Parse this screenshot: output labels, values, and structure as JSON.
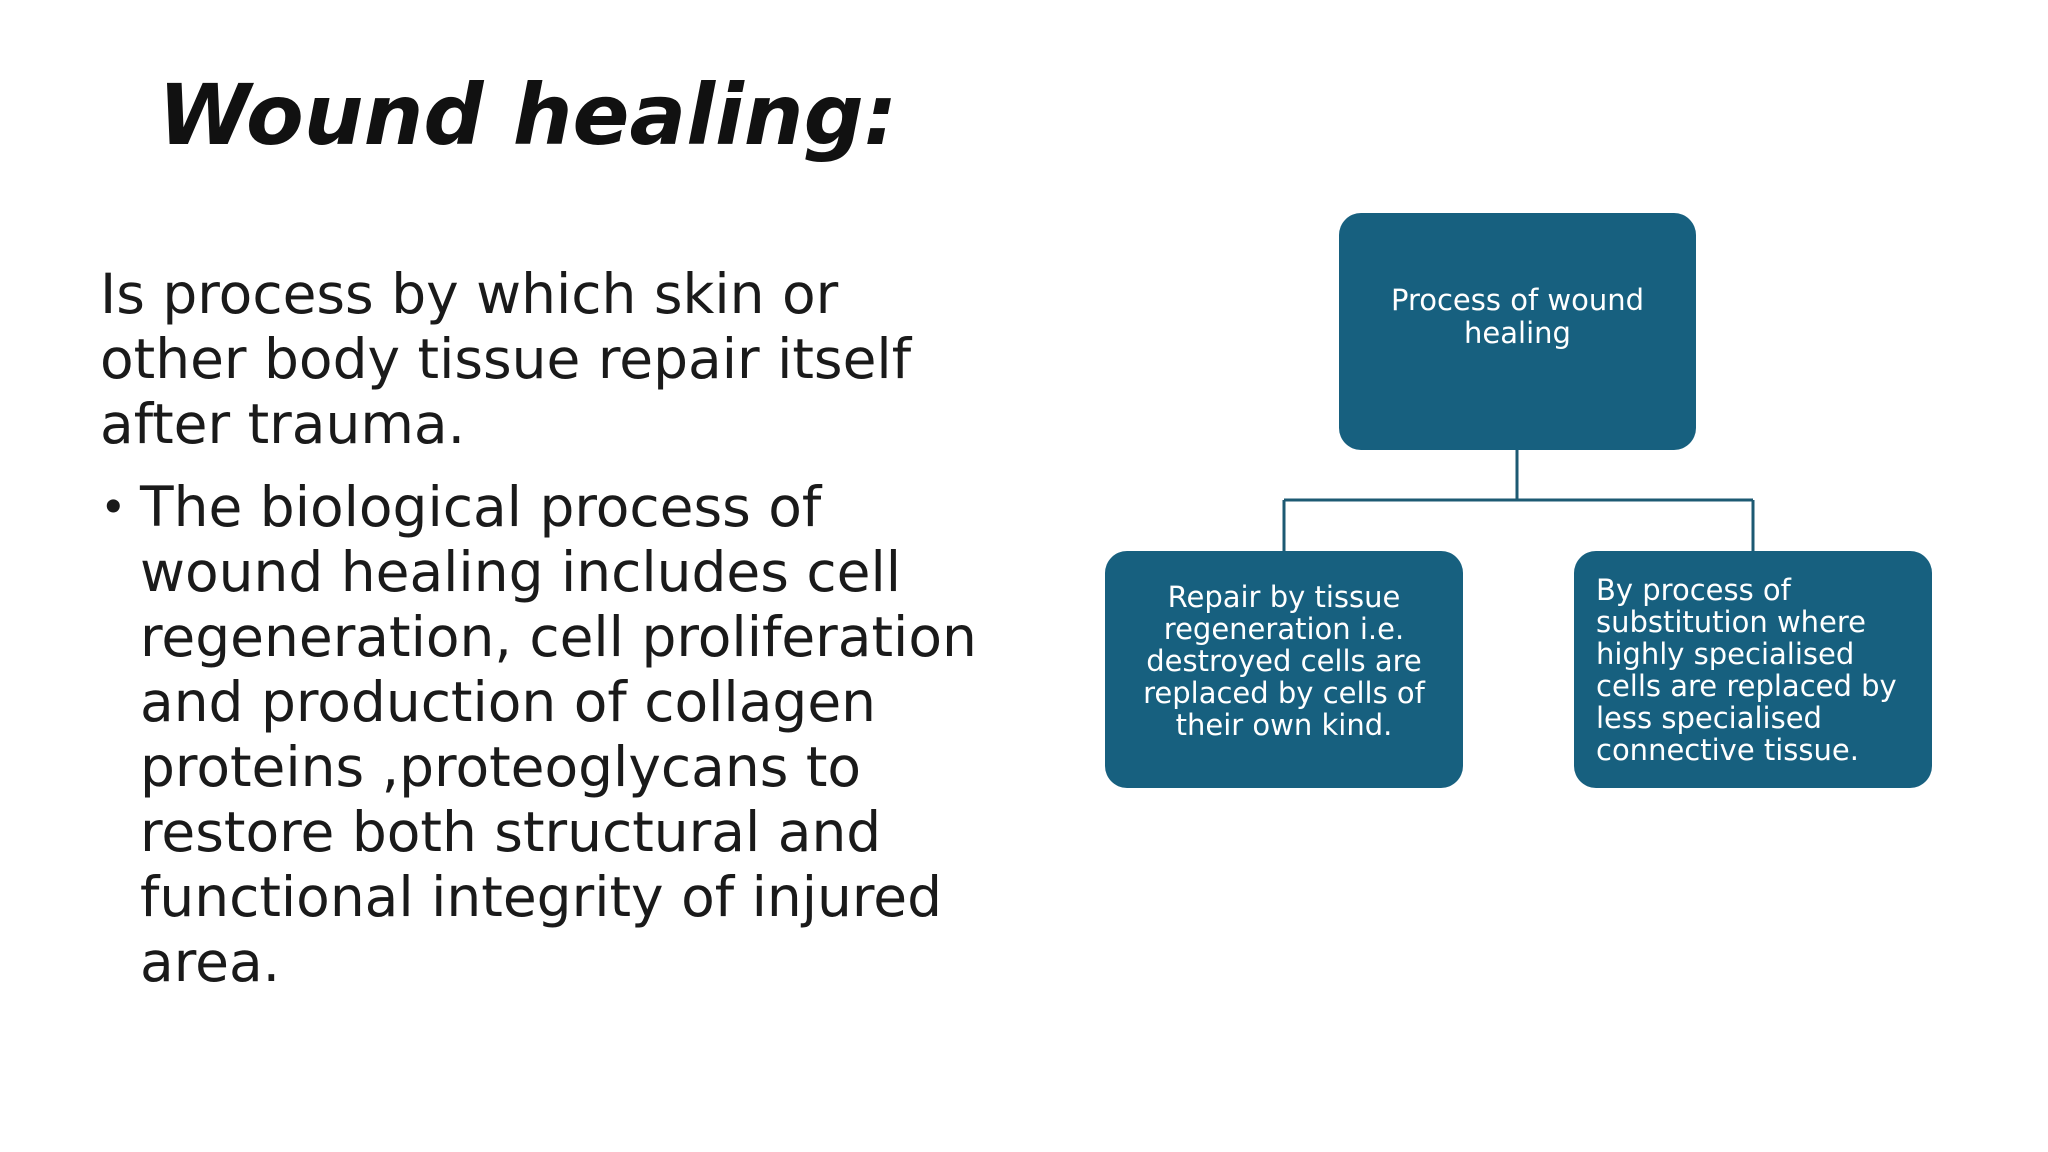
{
  "slide": {
    "title": "Wound healing:",
    "lead_paragraph": "Is process by which skin or other body tissue repair itself after trauma.",
    "bullets": [
      {
        "marker": "•",
        "text": "The biological process of wound healing includes cell regeneration, cell proliferation and production of collagen proteins ,proteoglycans to restore both structural and functional integrity of injured area."
      }
    ]
  },
  "diagram": {
    "root": {
      "label": "Process of wound healing"
    },
    "children": [
      {
        "label": "Repair by tissue regeneration i.e. destroyed cells are replaced by cells of their own kind."
      },
      {
        "label": "By process of substitution where highly specialised cells are replaced by less specialised connective tissue."
      }
    ]
  },
  "colors": {
    "node_fill": "#17607f",
    "node_text": "#ffffff",
    "connector": "#1d5a73",
    "background": "#ffffff",
    "text": "#1a1a1a"
  }
}
